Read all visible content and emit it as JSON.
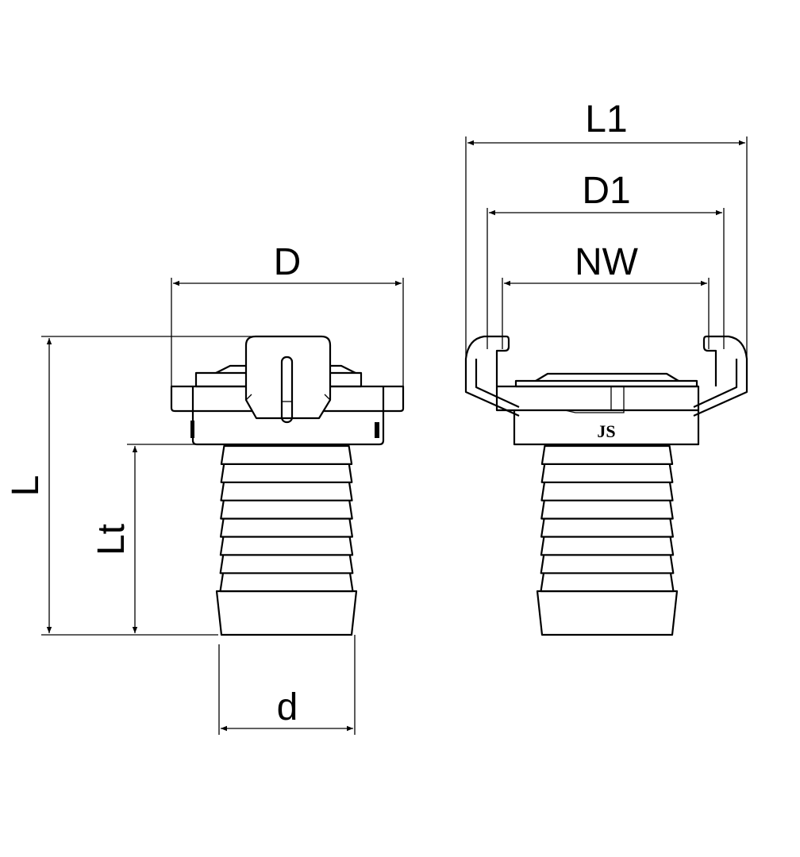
{
  "labels": {
    "L1": "L1",
    "D1": "D1",
    "NW": "NW",
    "D": "D",
    "L": "L",
    "Lt": "Lt",
    "d": "d"
  },
  "logo_text": "JS"
}
